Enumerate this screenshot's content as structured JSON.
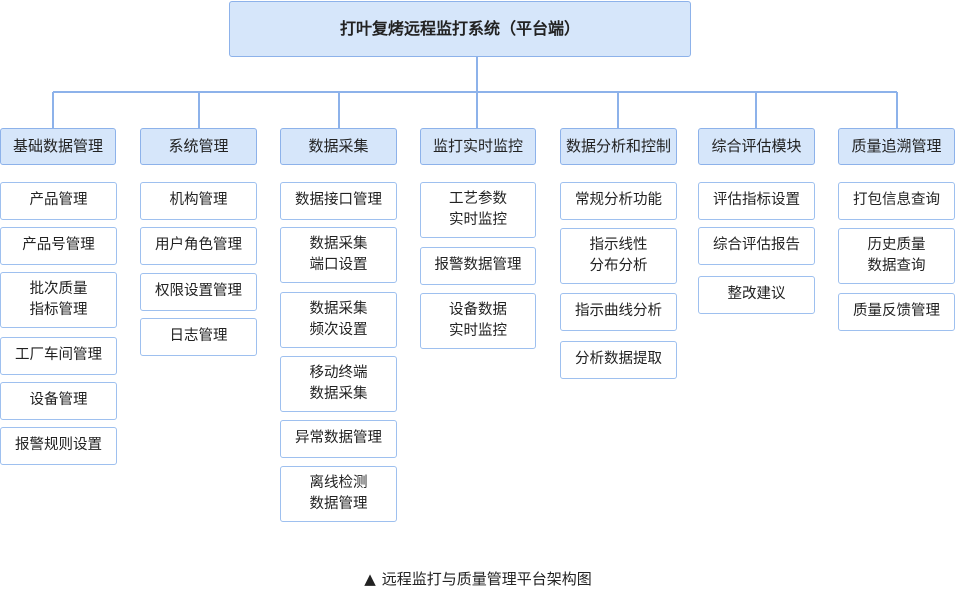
{
  "root": {
    "title": "打叶复烤远程监打系统（平台端）"
  },
  "categories": [
    {
      "title": "基础数据管理",
      "items": [
        "产品管理",
        "产品号管理",
        "批次质量\n指标管理",
        "工厂车间管理",
        "设备管理",
        "报警规则设置"
      ]
    },
    {
      "title": "系统管理",
      "items": [
        "机构管理",
        "用户角色管理",
        "权限设置管理",
        "日志管理"
      ]
    },
    {
      "title": "数据采集",
      "items": [
        "数据接口管理",
        "数据采集\n端口设置",
        "数据采集\n频次设置",
        "移动终端\n数据采集",
        "异常数据管理",
        "离线检测\n数据管理"
      ]
    },
    {
      "title": "监打实时监控",
      "items": [
        "工艺参数\n实时监控",
        "报警数据管理",
        "设备数据\n实时监控"
      ]
    },
    {
      "title": "数据分析和控制",
      "items": [
        "常规分析功能",
        "指示线性\n分布分析",
        "指示曲线分析",
        "分析数据提取"
      ]
    },
    {
      "title": "综合评估模块",
      "items": [
        "评估指标设置",
        "综合评估报告",
        "整改建议"
      ]
    },
    {
      "title": "质量追溯管理",
      "items": [
        "打包信息查询",
        "历史质量\n数据查询",
        "质量反馈管理"
      ]
    }
  ],
  "caption": {
    "marker": "▲",
    "text": "远程监打与质量管理平台架构图"
  },
  "colors": {
    "header_fill": "#d6e6fa",
    "border": "#8db2ea",
    "connector": "#8db2ea",
    "item_fill": "#ffffff"
  }
}
